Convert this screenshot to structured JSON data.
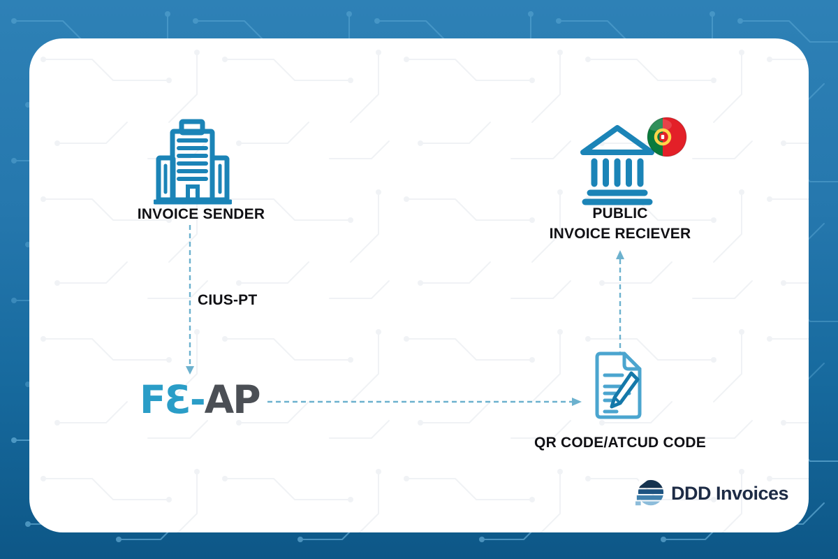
{
  "diagram": {
    "sender": {
      "label": "INVOICE SENDER"
    },
    "receiver": {
      "label_line1": "PUBLIC",
      "label_line2": "INVOICE RECIEVER"
    },
    "flow_cius_label": "CIUS-PT",
    "platform": {
      "name": "FE-AP",
      "display_primary": "FƐ-",
      "display_secondary": "AP"
    },
    "document": {
      "label": "QR CODE/ATCUD CODE"
    }
  },
  "branding": {
    "logo_text": "DDD Invoices"
  },
  "colors": {
    "background_top": "#2e81b6",
    "background_bottom": "#0d5787",
    "card": "#ffffff",
    "icon_blue": "#1b84b7",
    "document_blue": "#4ba5cf",
    "pencil_blue": "#1478a9",
    "arrow_dash": "#6cb1ce",
    "label_text": "#101014",
    "feap_primary": "#2a9dc7",
    "feap_secondary": "#4b4f55",
    "flag_green": "#0a7a3c",
    "flag_red": "#e32028",
    "flag_yellow": "#ffd54a",
    "brand_navy": "#1d2b45"
  }
}
